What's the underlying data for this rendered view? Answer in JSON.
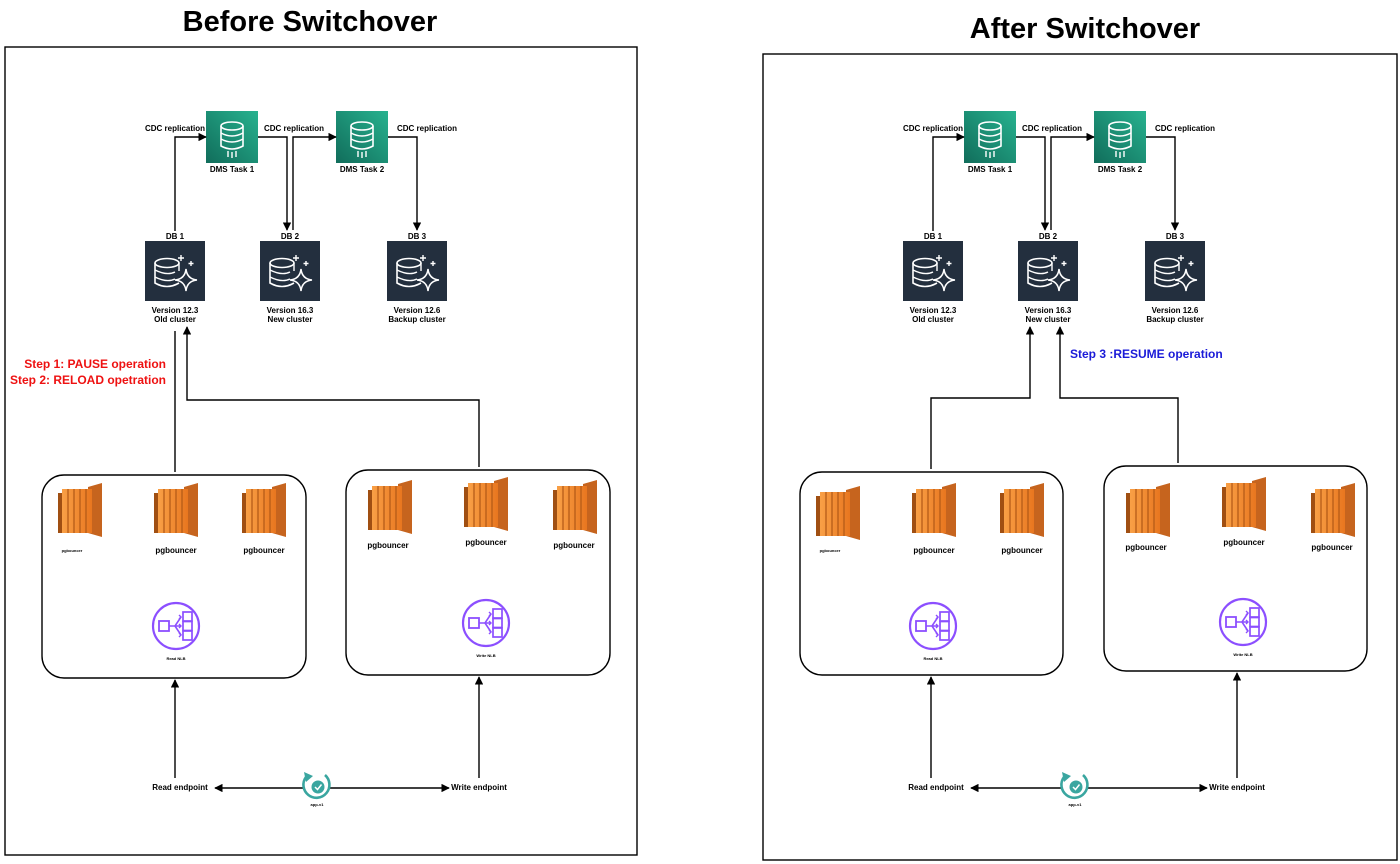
{
  "panels": [
    {
      "title": "Before Switchover",
      "dms_tasks": [
        "DMS Task 1",
        "DMS Task 2"
      ],
      "cdc_labels": [
        "CDC replication",
        "CDC replication",
        "CDC replication"
      ],
      "dbs": [
        {
          "name": "DB 1",
          "version": "Version 12.3",
          "role": "Old cluster"
        },
        {
          "name": "DB 2",
          "version": "Version 16.3",
          "role": "New cluster"
        },
        {
          "name": "DB 3",
          "version": "Version 12.6",
          "role": "Backup cluster"
        }
      ],
      "pools": [
        {
          "pgbouncers": [
            "pgbouncer",
            "pgbouncer",
            "pgbouncer"
          ],
          "nlb": "Read NLB"
        },
        {
          "pgbouncers": [
            "pgbouncer",
            "pgbouncer",
            "pgbouncer"
          ],
          "nlb": "Write NLB"
        }
      ],
      "steps": [
        "Step 1: PAUSE operation",
        "Step 2: RELOAD opetration"
      ],
      "endpoints": {
        "read": "Read endpoint",
        "write": "Write endpoint",
        "app": "app-v1"
      },
      "pool_target_db": "DB 1"
    },
    {
      "title": "After Switchover",
      "dms_tasks": [
        "DMS Task 1",
        "DMS Task 2"
      ],
      "cdc_labels": [
        "CDC replication",
        "CDC replication",
        "CDC replication"
      ],
      "dbs": [
        {
          "name": "DB 1",
          "version": "Version 12.3",
          "role": "Old cluster"
        },
        {
          "name": "DB 2",
          "version": "Version 16.3",
          "role": "New cluster"
        },
        {
          "name": "DB 3",
          "version": "Version 12.6",
          "role": "Backup cluster"
        }
      ],
      "pools": [
        {
          "pgbouncers": [
            "pgbouncer",
            "pgbouncer",
            "pgbouncer"
          ],
          "nlb": "Read NLB"
        },
        {
          "pgbouncers": [
            "pgbouncer",
            "pgbouncer",
            "pgbouncer"
          ],
          "nlb": "Write NLB"
        }
      ],
      "steps": [
        "Step 3 :RESUME operation"
      ],
      "endpoints": {
        "read": "Read endpoint",
        "write": "Write endpoint",
        "app": "app-v1"
      },
      "pool_target_db": "DB 2"
    }
  ],
  "colors": {
    "dms_icon": "#1b8f74",
    "db_icon": "#232f3e",
    "pgbouncer_icon": "#f58534",
    "nlb_icon": "#8c4fff",
    "app_icon": "#3aa6a0",
    "before_steps": "#ee1111",
    "after_steps": "#1a1ad8"
  },
  "icons": {
    "dms": "database-migration-service-icon",
    "db": "aurora-database-icon",
    "pgbouncer": "ec2-instance-icon",
    "nlb": "network-load-balancer-icon",
    "app": "application-icon"
  }
}
